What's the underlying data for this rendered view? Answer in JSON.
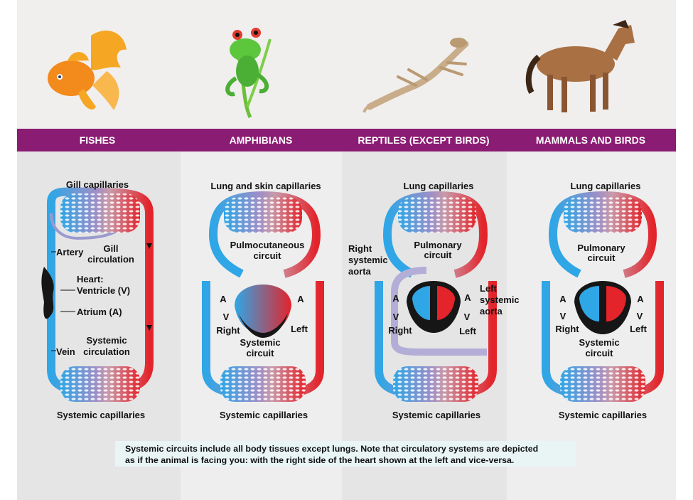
{
  "colors": {
    "oxygen_poor": "#2fa6e6",
    "oxygen_rich": "#e3242b",
    "mixed": "#9e8fc7",
    "header_band": "#8a1c73",
    "panel_bg": "#e5e5e5",
    "top_bg": "#f1eeee",
    "heart": "#161616"
  },
  "headers": [
    "FISHES",
    "AMPHIBIANS",
    "REPTILES (EXCEPT BIRDS)",
    "MAMMALS AND BIRDS"
  ],
  "fishes": {
    "gill_capillaries": "Gill capillaries",
    "artery": "Artery",
    "gill_circulation": [
      "Gill",
      "circulation"
    ],
    "heart": "Heart:",
    "ventricle": "Ventricle (V)",
    "atrium": "Atrium (A)",
    "systemic_circulation": [
      "Systemic",
      "circulation"
    ],
    "vein": "Vein",
    "systemic_capillaries": "Systemic capillaries"
  },
  "amphibians": {
    "lung_skin_capillaries": "Lung and skin capillaries",
    "pulmocutaneous_circuit": [
      "Pulmocutaneous",
      "circuit"
    ],
    "a": "A",
    "v": "V",
    "right": "Right",
    "left": "Left",
    "systemic_circuit": [
      "Systemic",
      "circuit"
    ],
    "systemic_capillaries": "Systemic capillaries"
  },
  "reptiles": {
    "lung_capillaries": "Lung capillaries",
    "right_systemic_aorta": [
      "Right",
      "systemic",
      "aorta"
    ],
    "pulmonary_circuit": [
      "Pulmonary",
      "circuit"
    ],
    "left_systemic_aorta": [
      "Left",
      "systemic",
      "aorta"
    ],
    "a": "A",
    "v": "V",
    "right": "Right",
    "left": "Left",
    "systemic_capillaries": "Systemic capillaries"
  },
  "mammals": {
    "lung_capillaries": "Lung capillaries",
    "pulmonary_circuit": [
      "Pulmonary",
      "circuit"
    ],
    "a": "A",
    "v": "V",
    "right": "Right",
    "left": "Left",
    "systemic_circuit": [
      "Systemic",
      "circuit"
    ],
    "systemic_capillaries": "Systemic capillaries"
  },
  "footnote": {
    "line1": "Systemic circuits include all body tissues except lungs. Note that circulatory systems are depicted",
    "line2": "as if the animal is facing you: with the right side of the heart shown at the left and vice-versa."
  }
}
